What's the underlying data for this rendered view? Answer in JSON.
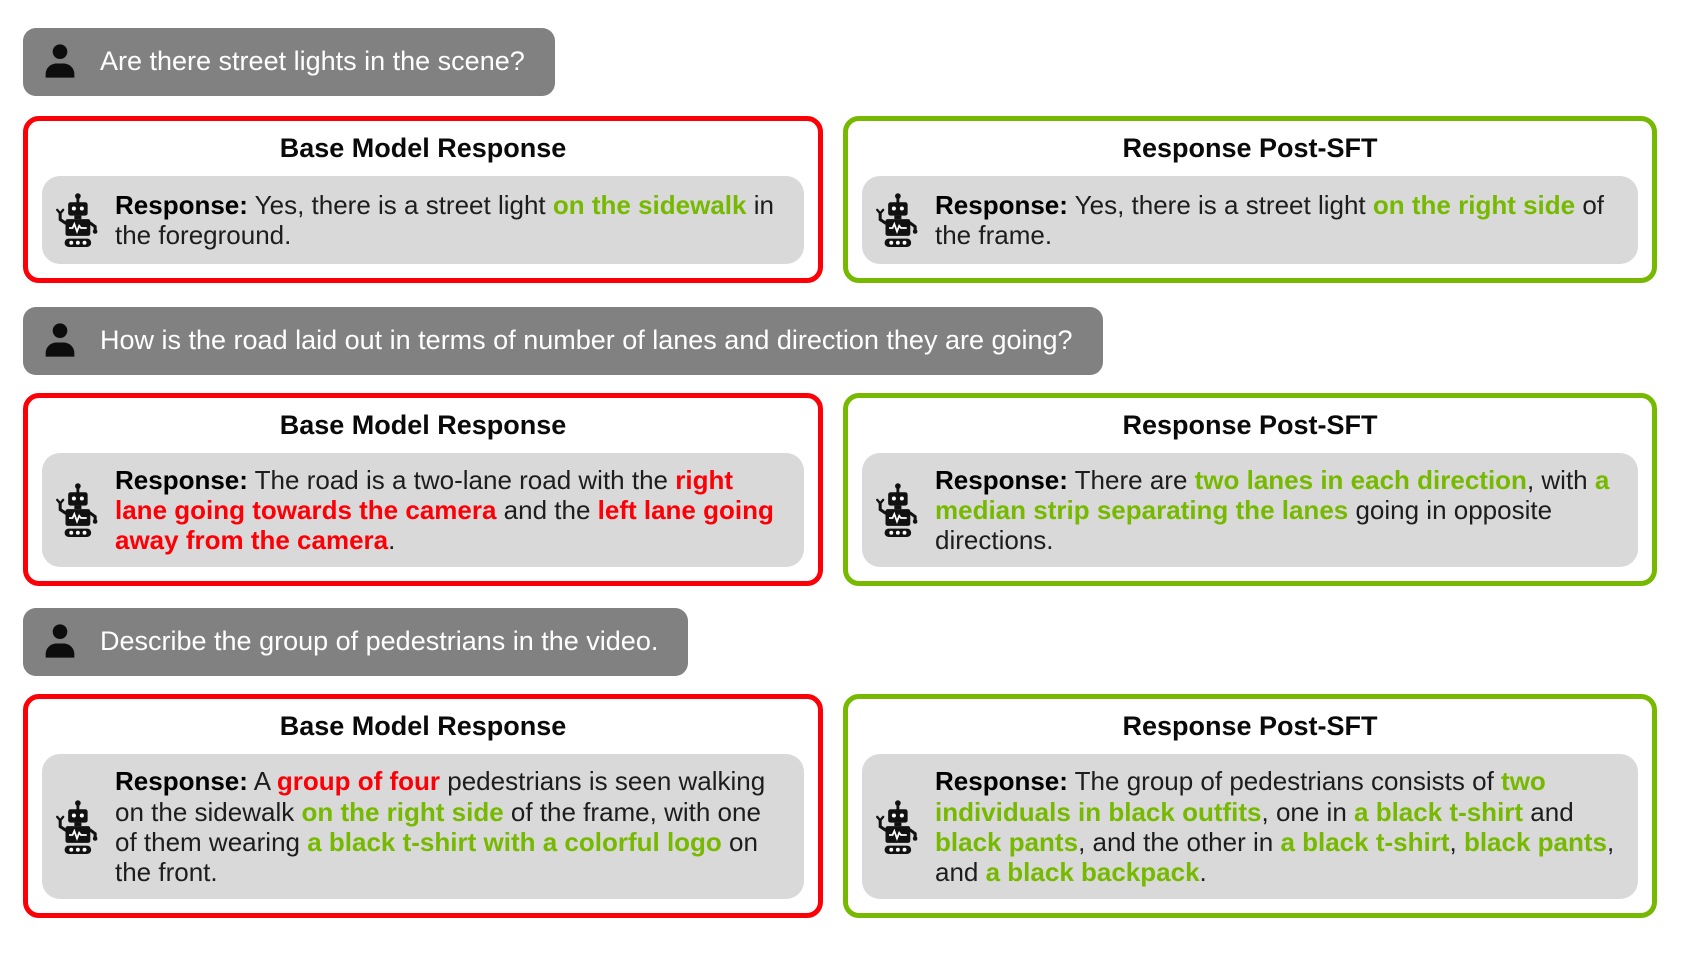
{
  "colors": {
    "green": "#76b900",
    "red": "#fb0006",
    "question_bg": "#818181",
    "bubble_bg": "#d9d9d9"
  },
  "labels": {
    "base_title": "Base Model Response",
    "sft_title": "Response Post-SFT"
  },
  "icons": {
    "user": "user-silhouette-icon",
    "robot": "robot-icon"
  },
  "sections": [
    {
      "question": "Are there street lights in the scene?",
      "base": {
        "segments": [
          {
            "t": "Response:",
            "s": "label"
          },
          {
            "t": " Yes, there is a street light ",
            "s": "n"
          },
          {
            "t": "on the sidewalk",
            "s": "g"
          },
          {
            "t": " in the foreground.",
            "s": "n"
          }
        ]
      },
      "sft": {
        "segments": [
          {
            "t": "Response:",
            "s": "label"
          },
          {
            "t": " Yes, there is a street light ",
            "s": "n"
          },
          {
            "t": "on the right side",
            "s": "g"
          },
          {
            "t": " of the frame.",
            "s": "n"
          }
        ]
      }
    },
    {
      "question": "How is the road laid out in terms of number of lanes and direction they are going?",
      "base": {
        "segments": [
          {
            "t": "Response:",
            "s": "label"
          },
          {
            "t": " The road is a two-lane road with the ",
            "s": "n"
          },
          {
            "t": "right lane going towards the camera",
            "s": "r"
          },
          {
            "t": " and the ",
            "s": "n"
          },
          {
            "t": "left lane going away from the camera",
            "s": "r"
          },
          {
            "t": ".",
            "s": "n"
          }
        ]
      },
      "sft": {
        "segments": [
          {
            "t": "Response:",
            "s": "label"
          },
          {
            "t": " There are ",
            "s": "n"
          },
          {
            "t": "two lanes in each direction",
            "s": "g"
          },
          {
            "t": ", with ",
            "s": "n"
          },
          {
            "t": "a median strip separating the lanes",
            "s": "g"
          },
          {
            "t": " going in opposite directions.",
            "s": "n"
          }
        ]
      }
    },
    {
      "question": "Describe the group of pedestrians in the video.",
      "base": {
        "segments": [
          {
            "t": "Response:",
            "s": "label"
          },
          {
            "t": " A ",
            "s": "n"
          },
          {
            "t": "group of four",
            "s": "r"
          },
          {
            "t": " pedestrians is seen walking on the sidewalk ",
            "s": "n"
          },
          {
            "t": "on the right side",
            "s": "g"
          },
          {
            "t": " of the frame, with one of them wearing ",
            "s": "n"
          },
          {
            "t": "a black t-shirt with a colorful logo",
            "s": "g"
          },
          {
            "t": " on the front.",
            "s": "n"
          }
        ]
      },
      "sft": {
        "segments": [
          {
            "t": "Response:",
            "s": "label"
          },
          {
            "t": " The group of pedestrians consists of ",
            "s": "n"
          },
          {
            "t": "two individuals in black outfits",
            "s": "g"
          },
          {
            "t": ", one in ",
            "s": "n"
          },
          {
            "t": "a black t-shirt",
            "s": "g"
          },
          {
            "t": " and ",
            "s": "n"
          },
          {
            "t": "black pants",
            "s": "g"
          },
          {
            "t": ", and the other in ",
            "s": "n"
          },
          {
            "t": "a black t-shirt",
            "s": "g"
          },
          {
            "t": ", ",
            "s": "n"
          },
          {
            "t": "black pants",
            "s": "g"
          },
          {
            "t": ", and ",
            "s": "n"
          },
          {
            "t": "a black backpack",
            "s": "g"
          },
          {
            "t": ".",
            "s": "n"
          }
        ]
      }
    }
  ]
}
